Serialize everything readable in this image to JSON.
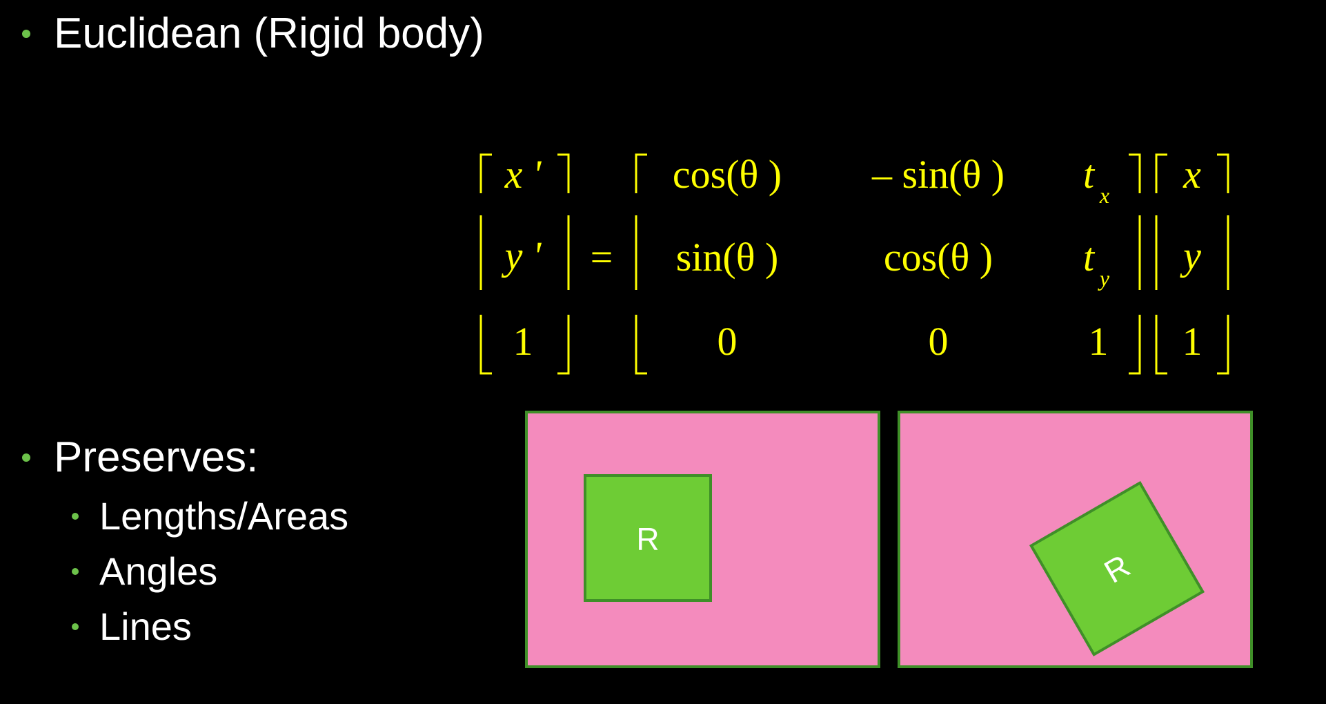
{
  "colors": {
    "background": "#000000",
    "text": "#ffffff",
    "bullet": "#6cc24a",
    "math": "#ffff00",
    "panel_fill": "#f48bbd",
    "panel_border": "#3f8f28",
    "square_fill": "#6ecc35",
    "square_border": "#3f8f28"
  },
  "bullets": {
    "title": "Euclidean (Rigid body)",
    "preserves": "Preserves:",
    "properties": [
      "Lengths/Areas",
      "Angles",
      "Lines"
    ]
  },
  "equation": {
    "lhs": [
      "x '",
      "y '",
      "1"
    ],
    "equals": "=",
    "matrix": [
      [
        "cos(θ )",
        "– sin(θ )",
        "t"
      ],
      [
        "sin(θ )",
        "cos(θ )",
        "t"
      ],
      [
        "0",
        "0",
        "1"
      ]
    ],
    "subscripts": [
      "x",
      "y"
    ],
    "rhs": [
      "x",
      "y",
      "1"
    ]
  },
  "panels": {
    "left_label": "R",
    "right_label": "R",
    "rotation_degrees": -30
  }
}
